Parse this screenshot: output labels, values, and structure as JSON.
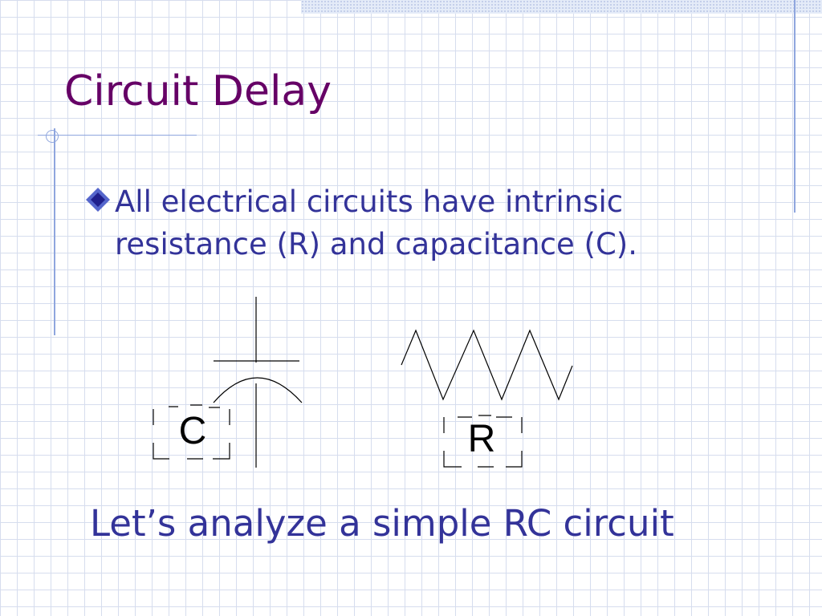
{
  "slide": {
    "title": "Circuit Delay",
    "bullet": "All electrical circuits have intrinsic resistance (R) and capacitance (C).",
    "footer": "Let’s analyze a simple RC circuit"
  },
  "diagram": {
    "capacitor_label": "C",
    "resistor_label": "R"
  },
  "icons": {
    "bullet": "diamond-bullet-icon",
    "capacitor": "capacitor-icon",
    "resistor": "resistor-icon"
  },
  "colors": {
    "title": "#660066",
    "body_text": "#333399",
    "grid": "#d6ddee",
    "accent_line": "#8fa6de"
  }
}
